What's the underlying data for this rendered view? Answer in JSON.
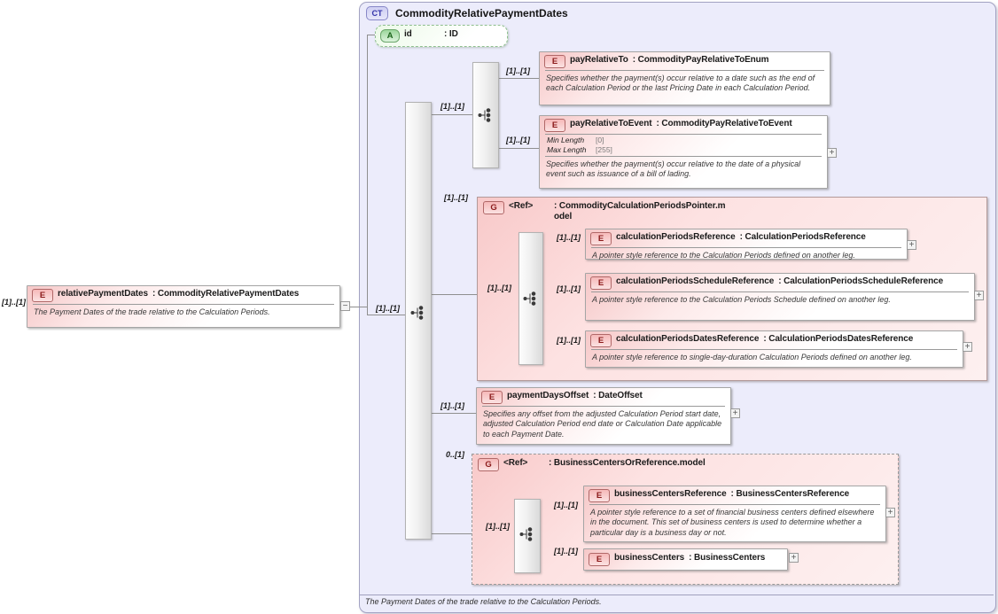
{
  "icons": {
    "expand": "+",
    "collapse": "−",
    "sequence": "sequence-compositor"
  },
  "colors": {
    "element_accent": "#f6c8c8",
    "attribute_accent": "#9bd79b",
    "panel_background": "#ececfb",
    "badge_element_text": "#8b1a1a",
    "badge_ct_text": "#3333aa"
  },
  "root_element": {
    "cardinality": "[1]..[1]",
    "badge": "E",
    "name": "relativePaymentDates",
    "type": ": CommodityRelativePaymentDates",
    "description": "The Payment Dates of the trade relative to the Calculation Periods."
  },
  "complex_type": {
    "badge": "CT",
    "title": "CommodityRelativePaymentDates",
    "footer": "The Payment Dates of the trade relative to the Calculation Periods.",
    "content_cardinality": "[1]..[1]",
    "attribute": {
      "badge": "A",
      "name": "id",
      "type": ": ID"
    }
  },
  "sequence_top": {
    "cardinality": "[1]..[1]"
  },
  "pay_relative_to": {
    "cardinality": "[1]..[1]",
    "badge": "E",
    "name": "payRelativeTo",
    "type": ": CommodityPayRelativeToEnum",
    "description": "Specifies whether the payment(s) occur relative to a date such as the end of each Calculation Period or the last Pricing Date in each Calculation Period."
  },
  "pay_relative_to_event": {
    "cardinality": "[1]..[1]",
    "badge": "E",
    "name": "payRelativeToEvent",
    "type": ": CommodityPayRelativeToEvent",
    "facets": [
      {
        "label": "Min Length",
        "value": "[0]"
      },
      {
        "label": "Max Length",
        "value": "[255]"
      }
    ],
    "description": "Specifies whether the payment(s) occur relative to the date of a physical event such as issuance of a bill of lading."
  },
  "calc_periods_group": {
    "cardinality": "[1]..[1]",
    "badge": "G",
    "name": "<Ref>",
    "type": ": CommodityCalculationPeriodsPointer.model",
    "sequence_cardinality": "[1]..[1]",
    "children": [
      {
        "cardinality": "[1]..[1]",
        "badge": "E",
        "name": "calculationPeriodsReference",
        "type": ": CalculationPeriodsReference",
        "description": "A pointer style reference to the Calculation Periods defined on another leg."
      },
      {
        "cardinality": "[1]..[1]",
        "badge": "E",
        "name": "calculationPeriodsScheduleReference",
        "type": ": CalculationPeriodsScheduleReference",
        "description": "A pointer style reference to the Calculation Periods Schedule defined on another leg."
      },
      {
        "cardinality": "[1]..[1]",
        "badge": "E",
        "name": "calculationPeriodsDatesReference",
        "type": ": CalculationPeriodsDatesReference",
        "description": "A pointer style reference to single-day-duration Calculation Periods defined on another leg."
      }
    ]
  },
  "payment_days_offset": {
    "cardinality": "[1]..[1]",
    "badge": "E",
    "name": "paymentDaysOffset",
    "type": ": DateOffset",
    "description": "Specifies any offset from the adjusted Calculation Period start date, adjusted Calculation Period end date or Calculation Date applicable to each Payment Date."
  },
  "business_centers_group": {
    "cardinality": "0..[1]",
    "badge": "G",
    "name": "<Ref>",
    "type": ": BusinessCentersOrReference.model",
    "sequence_cardinality": "[1]..[1]",
    "children": [
      {
        "cardinality": "[1]..[1]",
        "badge": "E",
        "name": "businessCentersReference",
        "type": ": BusinessCentersReference",
        "description": "A pointer style reference to a set of financial business centers defined elsewhere in the document. This set of business centers is used to determine whether a particular day is a business day or not."
      },
      {
        "cardinality": "[1]..[1]",
        "badge": "E",
        "name": "businessCenters",
        "type": ": BusinessCenters"
      }
    ]
  }
}
